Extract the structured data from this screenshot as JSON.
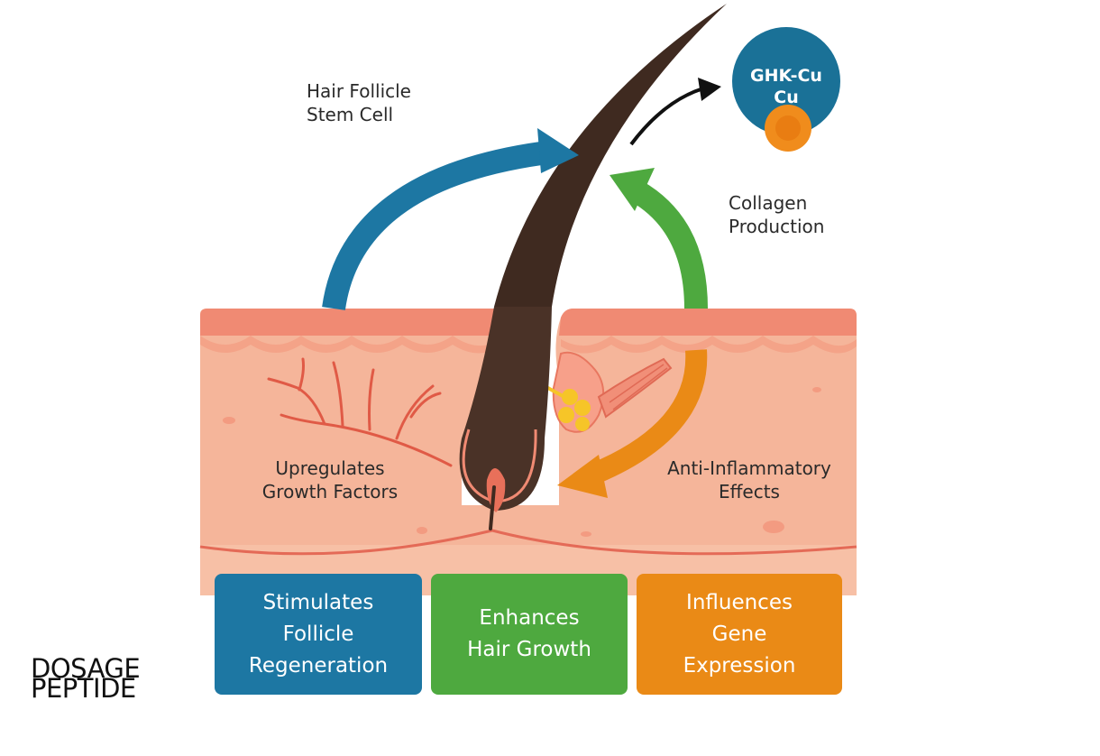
{
  "labels": {
    "stem_cell": [
      "Hair Follicle",
      "Stem Cell"
    ],
    "collagen": [
      "Collagen",
      "Production"
    ],
    "growth_factors": [
      "Upregulates",
      "Growth Factors"
    ],
    "anti_inflammatory": [
      "Anti-Inflammatory",
      "Effects"
    ]
  },
  "molecule": {
    "line1": "GHK-Cu",
    "line2": "Cu"
  },
  "boxes": {
    "follicle": [
      "Stimulates",
      "Follicle",
      "Regeneration"
    ],
    "hair_growth": [
      "Enhances",
      "Hair Growth"
    ],
    "gene": [
      "Influences",
      "Gene",
      "Expression"
    ]
  },
  "watermark": [
    "DOSAGE",
    "PEPTIDE"
  ],
  "colors": {
    "blue": "#1d77a3",
    "green": "#4ea93f",
    "orange": "#ea8a16",
    "skin": "#f5b59a",
    "skin_top": "#ef8872",
    "hair": "#3f2a20",
    "molecule": "#1a7197",
    "copper": "#f08c1c"
  }
}
